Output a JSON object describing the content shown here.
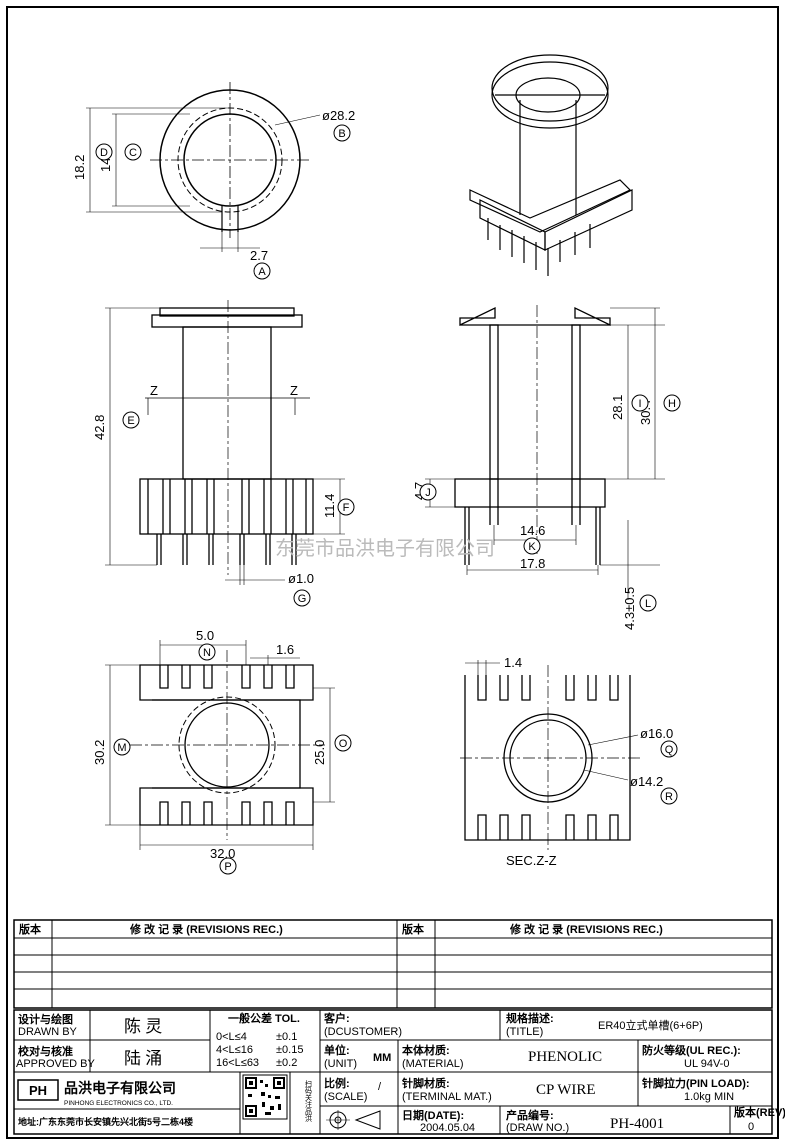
{
  "dimensions": {
    "A": "2.7",
    "B": "ø28.2",
    "C": "14.6",
    "D": "18.2",
    "E": "42.8",
    "F": "11.4",
    "G": "ø1.0",
    "H": "30.4",
    "I": "28.1",
    "J": "4.7",
    "K": "14.6",
    "K2": "17.8",
    "L": "4.3±0.5",
    "M": "30.2",
    "N": "5.0",
    "N2": "1.6",
    "O": "25.0",
    "P": "32.0",
    "Q": "ø16.0",
    "R": "ø14.2",
    "S": "1.4",
    "section_mark": "Z"
  },
  "markers": [
    "A",
    "B",
    "C",
    "D",
    "E",
    "F",
    "G",
    "H",
    "I",
    "J",
    "K",
    "L",
    "M",
    "N",
    "O",
    "P",
    "Q",
    "R"
  ],
  "section_label": "SEC.Z-Z",
  "watermark": "东莞市品洪电子有限公司",
  "revisions": {
    "col_version": "版本",
    "col_rec": "修 改 记 录 (REVISIONS REC.)"
  },
  "title_block": {
    "design_cn": "设计与绘图",
    "design_en": "DRAWN BY",
    "design_name": "陈 灵",
    "check_cn": "校对与核准",
    "check_en": "APPROVED BY",
    "check_name": "陆 涌",
    "tol_title": "一般公差 TOL.",
    "tol_rows": [
      [
        "0<L≤4",
        "±0.1"
      ],
      [
        "4<L≤16",
        "±0.15"
      ],
      [
        "16<L≤63",
        "±0.2"
      ]
    ],
    "customer_cn": "客户:",
    "customer_en": "(DCUSTOMER)",
    "unit_cn": "单位:",
    "unit_en": "(UNIT)",
    "unit_val": "MM",
    "scale_cn": "比例:",
    "scale_en": "(SCALE)",
    "scale_val": "/",
    "title_cn": "规格描述:",
    "title_en": "(TITLE)",
    "title_val": "ER40立式单槽(6+6P)",
    "material_cn": "本体材质:",
    "material_en": "(MATERIAL)",
    "material_val": "PHENOLIC",
    "terminal_cn": "针脚材质:",
    "terminal_en": "(TERMINAL MAT.)",
    "terminal_val": "CP WIRE",
    "ul_cn": "防火等级(UL REC.):",
    "ul_val": "UL 94V-0",
    "pinload_cn": "针脚拉力(PIN LOAD):",
    "pinload_val": "1.0kg MIN",
    "date_cn": "日期(DATE):",
    "date_val": "2004.05.04",
    "drawno_cn": "产品编号:",
    "drawno_en": "(DRAW NO.)",
    "drawno_val": "PH-4001",
    "rev_cn": "版本(REV):",
    "rev_val": "0",
    "company_cn": "品洪电子有限公司",
    "company_en": "PINHONG ELECTRONICS CO., LTD.",
    "logo": "PH",
    "qr_caption": "扫码关注品洪",
    "address": "地址:广东东莞市长安镇先兴北街5号二栋4楼"
  }
}
